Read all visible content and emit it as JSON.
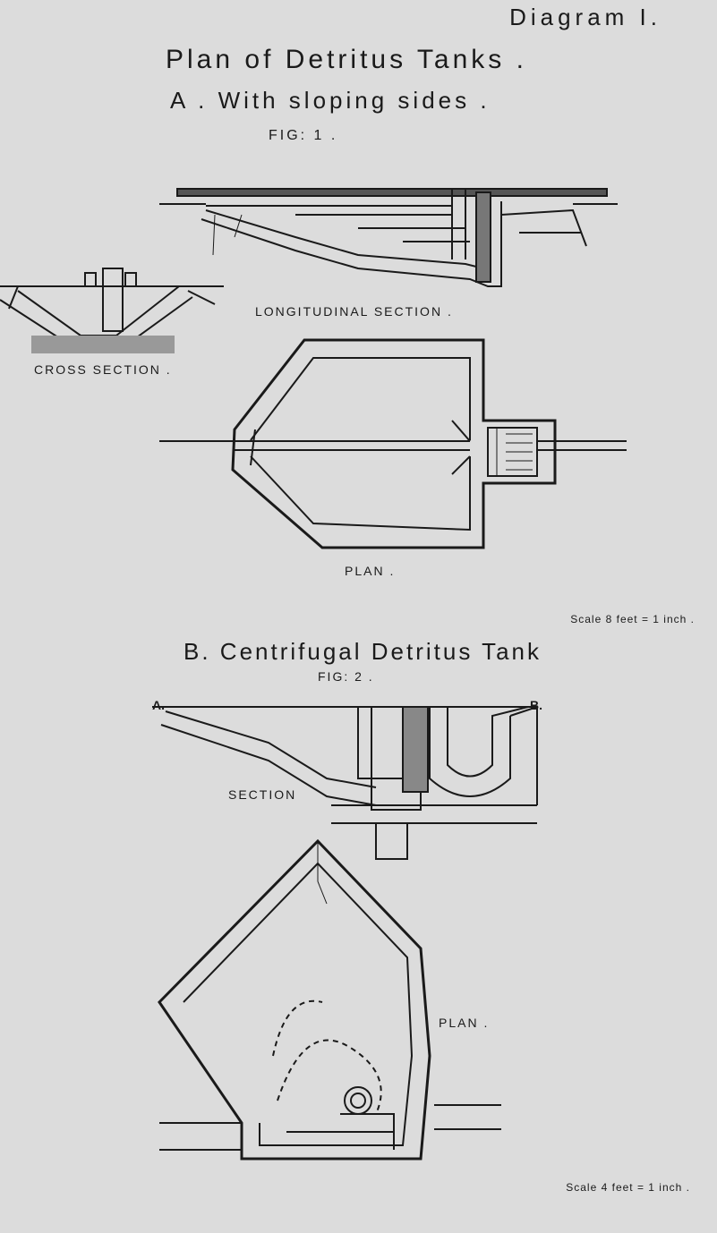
{
  "header": {
    "diagram_label": "Diagram I.",
    "title": "Plan of Detritus Tanks .",
    "subtitle_a": "A . With sloping sides .",
    "fig1": "FIG: 1 ."
  },
  "fig1": {
    "longitudinal_section": "LONGITUDINAL SECTION .",
    "cross_section": "CROSS SECTION .",
    "plan": "PLAN .",
    "scale": "Scale 8 feet = 1 inch ."
  },
  "section_b": {
    "title": "B. Centrifugal Detritus Tank",
    "fig2": "FIG: 2 .",
    "label_a": "A.",
    "label_b": "B.",
    "section": "SECTION",
    "plan": "PLAN .",
    "scale": "Scale 4 feet = 1 inch ."
  },
  "colors": {
    "ink": "#1a1a1a",
    "paper": "#dcdcdc"
  }
}
